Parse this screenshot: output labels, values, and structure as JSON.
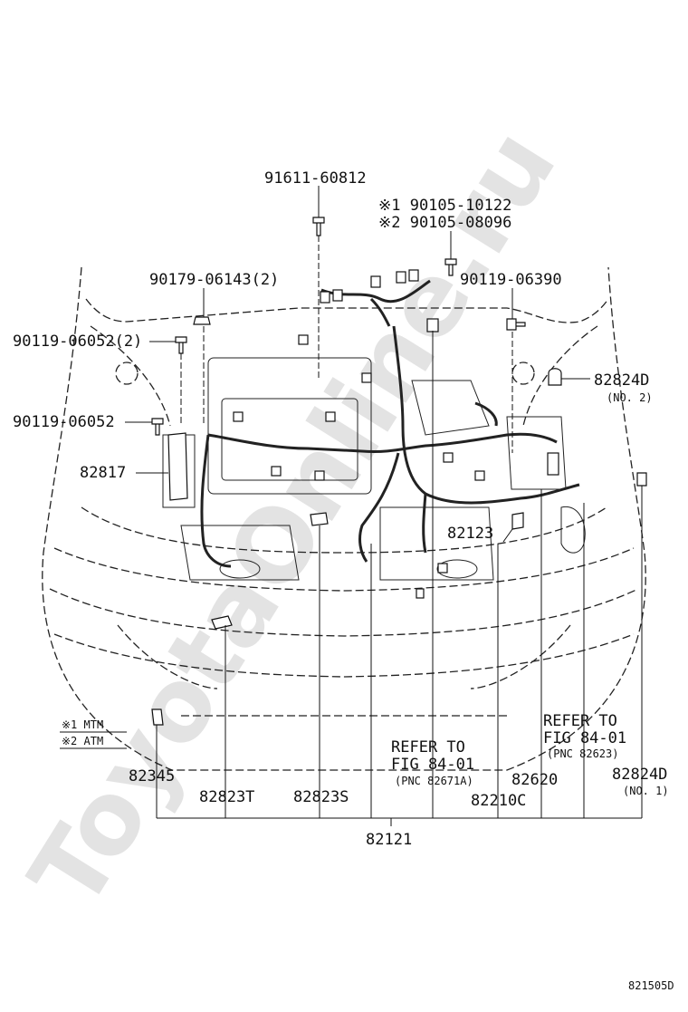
{
  "watermark": "ToyotaOnline.ru",
  "figure_number": "821505D",
  "legend": {
    "note1": "※1 MTM",
    "note2": "※2 ATM"
  },
  "labels": {
    "p91611": "91611-60812",
    "p90105_1": "※1 90105-10122",
    "p90105_2": "※2 90105-08096",
    "p90179": "90179-06143(2)",
    "p90119_06390": "90119-06390",
    "p90119_06052_2": "90119-06052(2)",
    "p82824D_top": "82824D",
    "p82824D_top_sub": "(NO. 2)",
    "p90119_06052": "90119-06052",
    "p82817": "82817",
    "p82123": "82123",
    "p82345": "82345",
    "p82823T": "82823T",
    "p82823S": "82823S",
    "ref1_line1": "REFER TO",
    "ref1_line2": "FIG 84-01",
    "ref1_line3": "(PNC 82671A)",
    "ref2_line1": "REFER TO",
    "ref2_line2": "FIG 84-01",
    "ref2_line3": "(PNC 82623)",
    "p82620": "82620",
    "p82210C": "82210C",
    "p82824D_bottom": "82824D",
    "p82824D_bottom_sub": "(NO. 1)",
    "p82121": "82121"
  }
}
